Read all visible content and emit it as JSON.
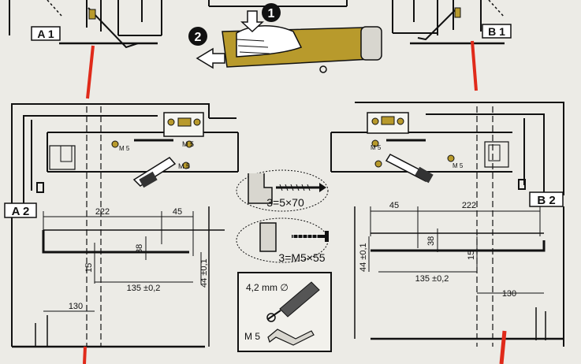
{
  "panels": {
    "a1": "A 1",
    "b1": "B 1",
    "a2": "A 2",
    "b2": "B 2"
  },
  "steps": {
    "step1": "1",
    "step2": "2"
  },
  "hinge_labels": {
    "m5_top_left": "M 5",
    "m5_mid_left": "M 5",
    "m5_low_left": "M 5",
    "m5_top_right": "M 5",
    "m5_low_right": "M 5"
  },
  "left_dims": {
    "d222": "222",
    "d45": "45",
    "d38": "38",
    "d15": "15",
    "d135": "135 ±0,2",
    "d44": "44 ±0,1",
    "d130": "130"
  },
  "right_dims": {
    "d45": "45",
    "d222": "222",
    "d38": "38",
    "d15": "15",
    "d135": "135 ±0,2",
    "d44": "44 ±0,1",
    "d130": "130"
  },
  "screws": {
    "wood": "3=5×70",
    "machine": "3=M5×55"
  },
  "drill": {
    "diameter": "4,2 mm ∅",
    "thread": "M 5"
  },
  "colors": {
    "paper": "#ecebe6",
    "ink": "#111111",
    "accent_red": "#e02a1a",
    "brass": "#b89a2c"
  }
}
